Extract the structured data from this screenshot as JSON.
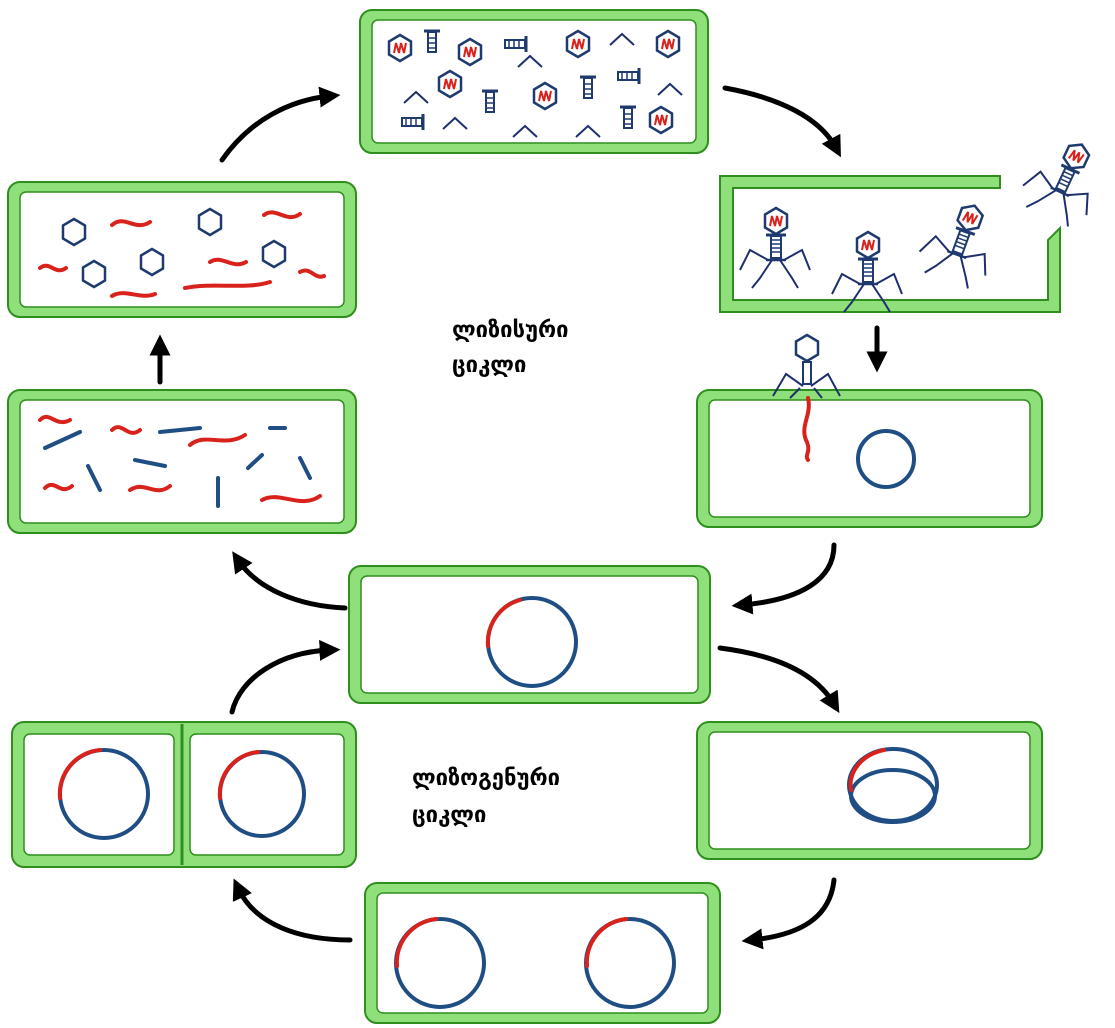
{
  "lytic_label": [
    "ლიზისური",
    "ციკლი"
  ],
  "lysogenic_label": [
    "ლიზოგენური",
    "ციკლი"
  ],
  "colors": {
    "cell_wall": "#8fe07a",
    "phage_dna": "#d9221c",
    "bacterial_dna": "#1f4e84",
    "phage_body": "#1f2f6e",
    "arrows": "#000000"
  }
}
